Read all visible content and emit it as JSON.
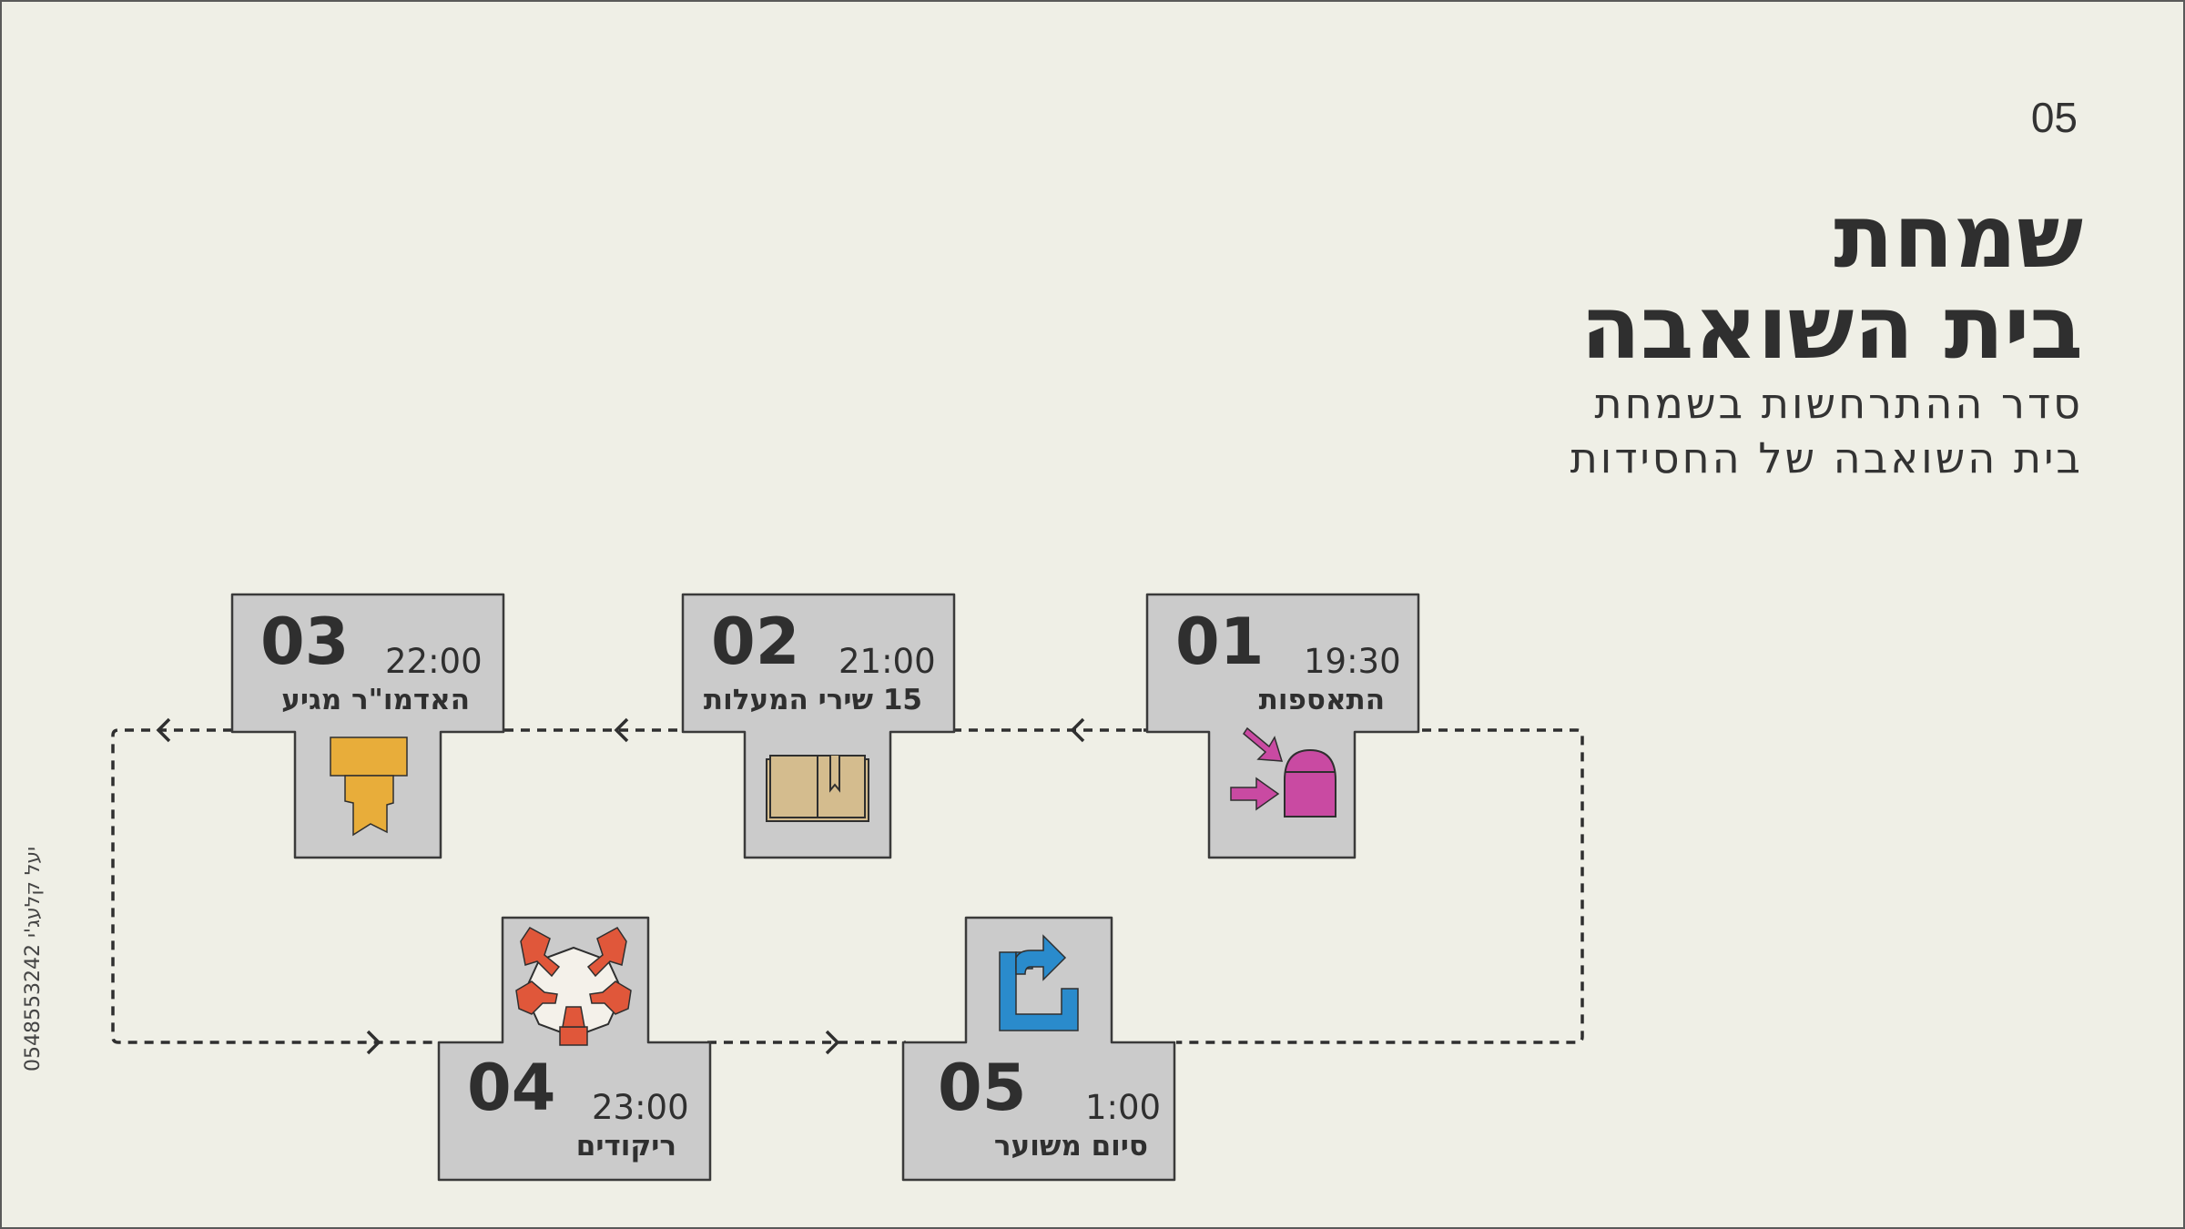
{
  "page_number": "05",
  "title": {
    "line1": "שמחת",
    "line2": "בית השואבה"
  },
  "subtitle": {
    "line1": "סדר ההתרחשות בשמחת",
    "line2": "בית השואבה של החסידות"
  },
  "side_text": "יעל קלעג'י 0548553242",
  "colors": {
    "background": "#efefe6",
    "card": "#cbcbcb",
    "magenta": "#c94aa2",
    "beige": "#d4bc8e",
    "yellow": "#e8ad3a",
    "orange": "#e0573a",
    "blue": "#2a8bcc",
    "text": "#2f2f2f"
  },
  "steps": [
    {
      "number": "01",
      "time": "19:30",
      "name": "התאספות",
      "icon": "gathering-icon"
    },
    {
      "number": "02",
      "time": "21:00",
      "name": "15 שירי המעלות",
      "icon": "book-icon"
    },
    {
      "number": "03",
      "time": "22:00",
      "name": "האדמו\"ר מגיע",
      "icon": "arrival-icon"
    },
    {
      "number": "04",
      "time": "23:00",
      "name": "ריקודים",
      "icon": "dancing-icon"
    },
    {
      "number": "05",
      "time": "1:00",
      "name": "סיום משוער",
      "icon": "return-icon"
    }
  ]
}
